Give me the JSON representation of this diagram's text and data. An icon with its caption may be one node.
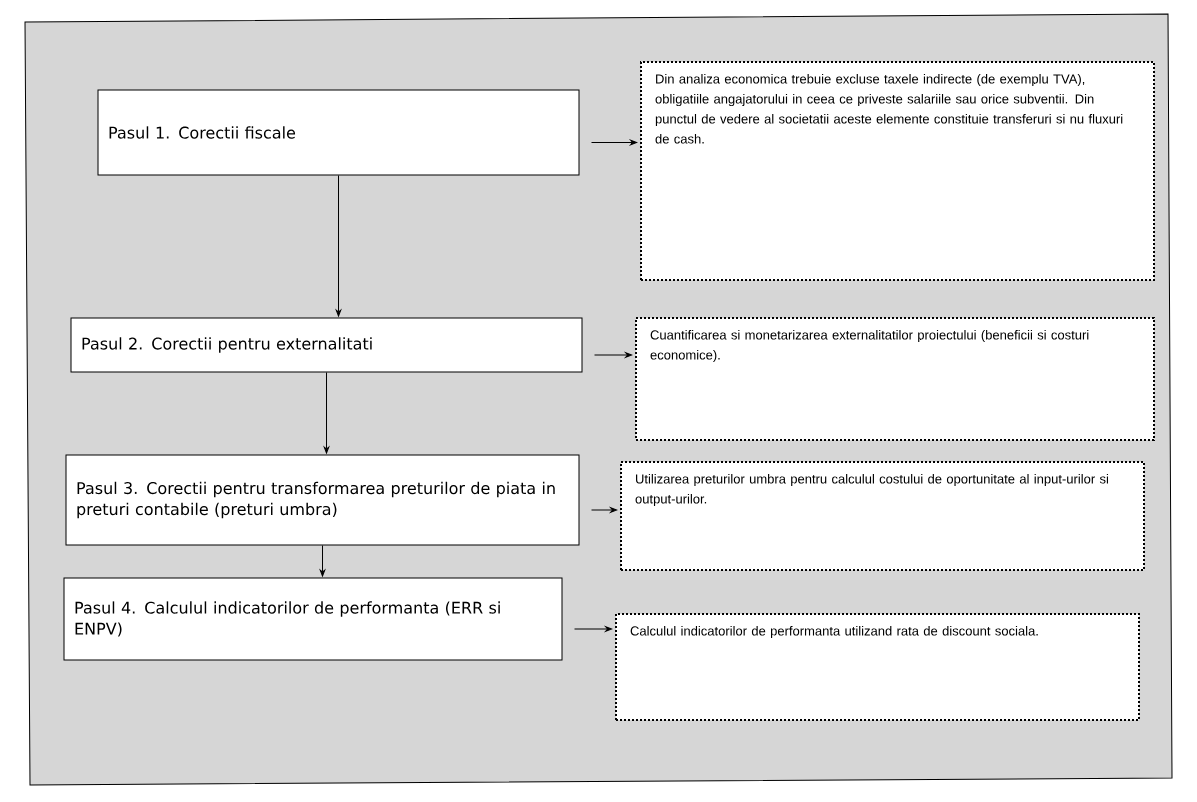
{
  "diagram": {
    "nodes": [
      {
        "text": [
          "Pasul 1. Corectii fiscale"
        ]
      },
      {
        "text": [
          "Din analiza economica trebuie excluse taxele indirecte (de exemplu TVA), obligatiile angajatorului in ceea ce priveste salariile sau orice subventii. Din punctul de vedere al societatii aceste elemente constituie transferuri si nu fluxuri de cash."
        ]
      },
      {
        "text": [
          "Pasul 2. Corectii pentru externalitati"
        ]
      },
      {
        "text": [
          "Cuantificarea si monetarizarea externalitatilor proiectului (beneficii si costuri economice)."
        ]
      },
      {
        "text": [
          "Pasul 3. Corectii pentru transformarea preturilor de piata in preturi contabile (preturi umbra)"
        ]
      },
      {
        "text": [
          "Utilizarea preturilor umbra pentru calculul costului de oportunitate al input-urilor si output-urilor."
        ]
      },
      {
        "text": [
          "Pasul 4. Calculul indicatorilor de performanta (ERR si ENPV)"
        ]
      },
      {
        "text": [
          "Calculul indicatorilor de performanta utilizand rata de discount sociala."
        ]
      }
    ],
    "edges": [
      {
        "from": 0,
        "to": 1,
        "arrow": "to"
      },
      {
        "from": 0,
        "to": 2,
        "arrow": "to"
      },
      {
        "from": 2,
        "to": 3,
        "arrow": "to"
      },
      {
        "from": 2,
        "to": 4,
        "arrow": "to"
      },
      {
        "from": 4,
        "to": 5,
        "arrow": "to"
      },
      {
        "from": 4,
        "to": 6,
        "arrow": "to"
      },
      {
        "from": 6,
        "to": 7,
        "arrow": "to"
      }
    ]
  }
}
